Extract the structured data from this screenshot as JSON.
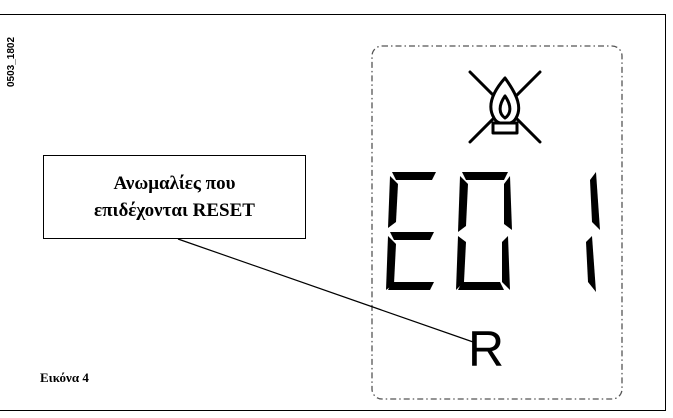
{
  "figure_code": "0503_1802",
  "label": {
    "line1": "Ανωμαλίες που",
    "line2": "επιδέχονται RESET"
  },
  "display": {
    "error_code": "E01",
    "reset_letter": "R",
    "flame_symbol": "crossed-flame-icon"
  },
  "caption": "Εικόνα 4"
}
